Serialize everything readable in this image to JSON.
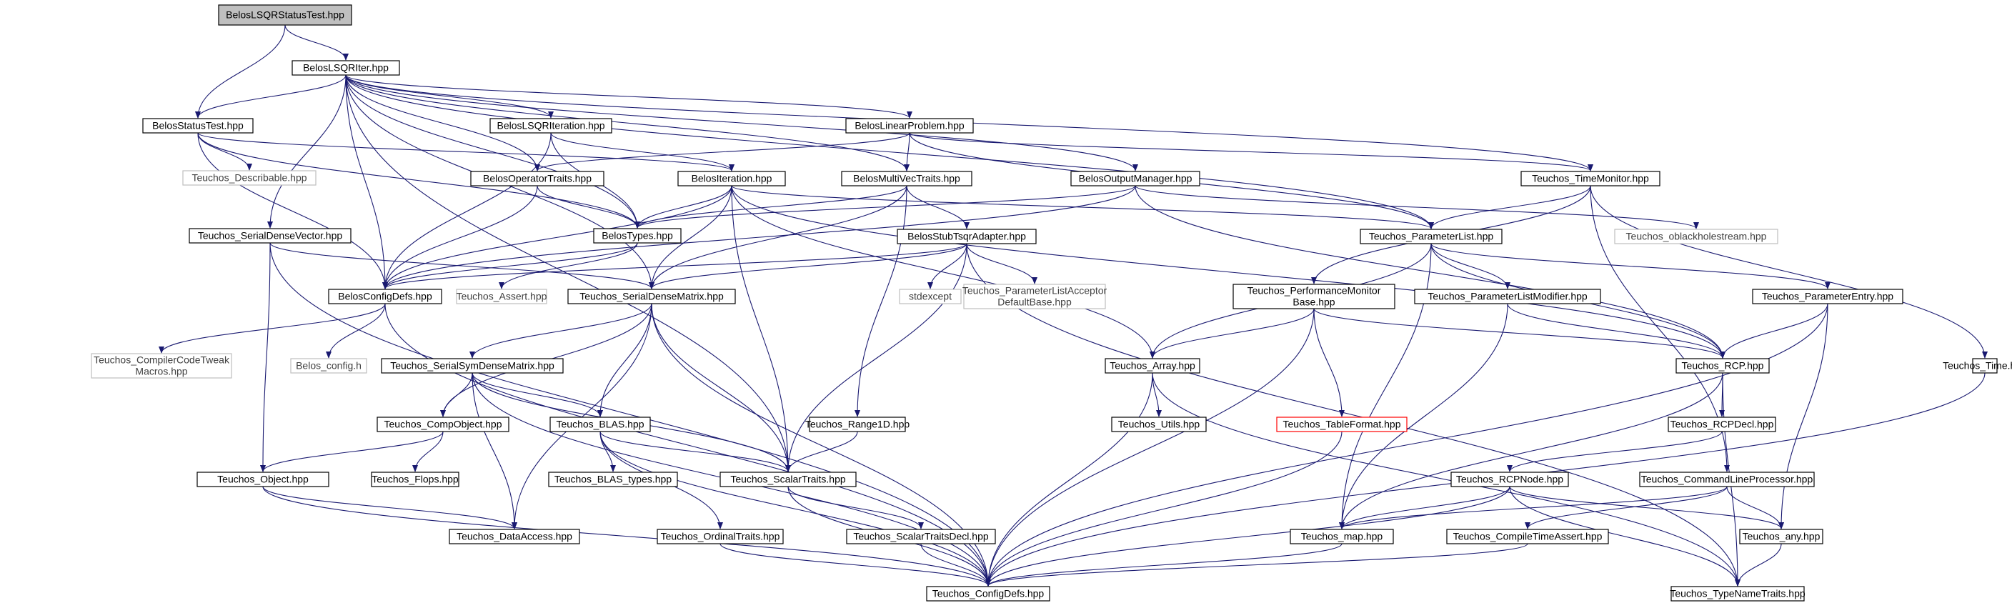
{
  "colors": {
    "edge": "#191970",
    "node_border": "#000000",
    "external_border": "#bfbfbf",
    "external_text": "#404040",
    "missing_border": "#ff0000",
    "root_fill": "#bfbfbf"
  },
  "nodes": [
    {
      "id": "root",
      "label": "BelosLSQRStatusTest.hpp",
      "kind": "root"
    },
    {
      "id": "lsqriter",
      "label": "BelosLSQRIter.hpp",
      "kind": "normal"
    },
    {
      "id": "statustest",
      "label": "BelosStatusTest.hpp",
      "kind": "normal"
    },
    {
      "id": "lsqriteration",
      "label": "BelosLSQRIteration.hpp",
      "kind": "normal"
    },
    {
      "id": "linearproblem",
      "label": "BelosLinearProblem.hpp",
      "kind": "normal"
    },
    {
      "id": "timemonitor",
      "label": "Teuchos_TimeMonitor.hpp",
      "kind": "normal"
    },
    {
      "id": "describable",
      "label": "Teuchos_Describable.hpp",
      "kind": "external"
    },
    {
      "id": "operatortraits",
      "label": "BelosOperatorTraits.hpp",
      "kind": "normal"
    },
    {
      "id": "iteration",
      "label": "BelosIteration.hpp",
      "kind": "normal"
    },
    {
      "id": "multivectraits",
      "label": "BelosMultiVecTraits.hpp",
      "kind": "normal"
    },
    {
      "id": "outputmanager",
      "label": "BelosOutputManager.hpp",
      "kind": "normal"
    },
    {
      "id": "serialdensevector",
      "label": "Teuchos_SerialDenseVector.hpp",
      "kind": "normal"
    },
    {
      "id": "belostypes",
      "label": "BelosTypes.hpp",
      "kind": "normal"
    },
    {
      "id": "stubtsqr",
      "label": "BelosStubTsqrAdapter.hpp",
      "kind": "normal"
    },
    {
      "id": "parameterlist",
      "label": "Teuchos_ParameterList.hpp",
      "kind": "normal"
    },
    {
      "id": "oblackhole",
      "label": "Teuchos_oblackholestream.hpp",
      "kind": "external"
    },
    {
      "id": "configdefs",
      "label": "BelosConfigDefs.hpp",
      "kind": "normal"
    },
    {
      "id": "assert",
      "label": "Teuchos_Assert.hpp",
      "kind": "external"
    },
    {
      "id": "serialdensematrix",
      "label": "Teuchos_SerialDenseMatrix.hpp",
      "kind": "normal"
    },
    {
      "id": "stdexcept",
      "label": "stdexcept",
      "kind": "external"
    },
    {
      "id": "plAcceptor",
      "label": [
        "Teuchos_ParameterListAcceptor",
        "DefaultBase.hpp"
      ],
      "kind": "external"
    },
    {
      "id": "perfmonitor",
      "label": [
        "Teuchos_PerformanceMonitor",
        "Base.hpp"
      ],
      "kind": "normal"
    },
    {
      "id": "plmodifier",
      "label": "Teuchos_ParameterListModifier.hpp",
      "kind": "normal"
    },
    {
      "id": "parameterentry",
      "label": "Teuchos_ParameterEntry.hpp",
      "kind": "normal"
    },
    {
      "id": "compilertweak",
      "label": [
        "Teuchos_CompilerCodeTweak",
        "Macros.hpp"
      ],
      "kind": "external"
    },
    {
      "id": "belosconfigh",
      "label": "Belos_config.h",
      "kind": "external"
    },
    {
      "id": "serialsym",
      "label": "Teuchos_SerialSymDenseMatrix.hpp",
      "kind": "normal"
    },
    {
      "id": "array",
      "label": "Teuchos_Array.hpp",
      "kind": "normal"
    },
    {
      "id": "rcp",
      "label": "Teuchos_RCP.hpp",
      "kind": "normal"
    },
    {
      "id": "time",
      "label": "Teuchos_Time.hpp",
      "kind": "normal"
    },
    {
      "id": "compobject",
      "label": "Teuchos_CompObject.hpp",
      "kind": "normal"
    },
    {
      "id": "blas",
      "label": "Teuchos_BLAS.hpp",
      "kind": "normal"
    },
    {
      "id": "range1d",
      "label": "Teuchos_Range1D.hpp",
      "kind": "normal"
    },
    {
      "id": "utils",
      "label": "Teuchos_Utils.hpp",
      "kind": "normal"
    },
    {
      "id": "tableformat",
      "label": "Teuchos_TableFormat.hpp",
      "kind": "missing"
    },
    {
      "id": "rcpdecl",
      "label": "Teuchos_RCPDecl.hpp",
      "kind": "normal"
    },
    {
      "id": "object",
      "label": "Teuchos_Object.hpp",
      "kind": "normal"
    },
    {
      "id": "flops",
      "label": "Teuchos_Flops.hpp",
      "kind": "normal"
    },
    {
      "id": "blastypes",
      "label": "Teuchos_BLAS_types.hpp",
      "kind": "normal"
    },
    {
      "id": "scalartraits",
      "label": "Teuchos_ScalarTraits.hpp",
      "kind": "normal"
    },
    {
      "id": "rcpnode",
      "label": "Teuchos_RCPNode.hpp",
      "kind": "normal"
    },
    {
      "id": "cmdline",
      "label": "Teuchos_CommandLineProcessor.hpp",
      "kind": "normal"
    },
    {
      "id": "dataaccess",
      "label": "Teuchos_DataAccess.hpp",
      "kind": "normal"
    },
    {
      "id": "ordinaltraits",
      "label": "Teuchos_OrdinalTraits.hpp",
      "kind": "normal"
    },
    {
      "id": "scalartraitsdecl",
      "label": "Teuchos_ScalarTraitsDecl.hpp",
      "kind": "normal"
    },
    {
      "id": "map",
      "label": "Teuchos_map.hpp",
      "kind": "normal"
    },
    {
      "id": "compiletimeassert",
      "label": "Teuchos_CompileTimeAssert.hpp",
      "kind": "normal"
    },
    {
      "id": "any",
      "label": "Teuchos_any.hpp",
      "kind": "normal"
    },
    {
      "id": "teuchosconfig",
      "label": "Teuchos_ConfigDefs.hpp",
      "kind": "normal"
    },
    {
      "id": "typenametraits",
      "label": "Teuchos_TypeNameTraits.hpp",
      "kind": "normal"
    }
  ],
  "edges": [
    [
      "root",
      "lsqriter"
    ],
    [
      "root",
      "statustest"
    ],
    [
      "lsqriter",
      "statustest"
    ],
    [
      "lsqriter",
      "lsqriteration"
    ],
    [
      "lsqriter",
      "linearproblem"
    ],
    [
      "lsqriter",
      "timemonitor"
    ],
    [
      "lsqriter",
      "operatortraits"
    ],
    [
      "lsqriter",
      "multivectraits"
    ],
    [
      "lsqriter",
      "outputmanager"
    ],
    [
      "lsqriter",
      "serialdensevector"
    ],
    [
      "lsqriter",
      "belostypes"
    ],
    [
      "lsqriter",
      "configdefs"
    ],
    [
      "lsqriter",
      "serialdensematrix"
    ],
    [
      "lsqriter",
      "parameterlist"
    ],
    [
      "lsqriter",
      "scalartraits"
    ],
    [
      "statustest",
      "describable"
    ],
    [
      "statustest",
      "iteration"
    ],
    [
      "statustest",
      "belostypes"
    ],
    [
      "statustest",
      "configdefs"
    ],
    [
      "lsqriteration",
      "iteration"
    ],
    [
      "lsqriteration",
      "belostypes"
    ],
    [
      "lsqriteration",
      "configdefs"
    ],
    [
      "linearproblem",
      "operatortraits"
    ],
    [
      "linearproblem",
      "multivectraits"
    ],
    [
      "linearproblem",
      "timemonitor"
    ],
    [
      "linearproblem",
      "parameterlist"
    ],
    [
      "operatortraits",
      "belostypes"
    ],
    [
      "operatortraits",
      "configdefs"
    ],
    [
      "iteration",
      "belostypes"
    ],
    [
      "iteration",
      "configdefs"
    ],
    [
      "iteration",
      "serialdensematrix"
    ],
    [
      "iteration",
      "parameterlist"
    ],
    [
      "iteration",
      "rcp"
    ],
    [
      "iteration",
      "array"
    ],
    [
      "iteration",
      "scalartraits"
    ],
    [
      "multivectraits",
      "belostypes"
    ],
    [
      "multivectraits",
      "stubtsqr"
    ],
    [
      "multivectraits",
      "serialdensematrix"
    ],
    [
      "multivectraits",
      "range1d"
    ],
    [
      "outputmanager",
      "belostypes"
    ],
    [
      "outputmanager",
      "oblackhole"
    ],
    [
      "outputmanager",
      "rcp"
    ],
    [
      "outputmanager",
      "configdefs"
    ],
    [
      "timemonitor",
      "parameterlist"
    ],
    [
      "timemonitor",
      "perfmonitor"
    ],
    [
      "timemonitor",
      "time"
    ],
    [
      "timemonitor",
      "cmdline"
    ],
    [
      "serialdensevector",
      "serialdensematrix"
    ],
    [
      "serialdensevector",
      "object"
    ],
    [
      "serialdensevector",
      "teuchosconfig"
    ],
    [
      "belostypes",
      "configdefs"
    ],
    [
      "belostypes",
      "assert"
    ],
    [
      "stubtsqr",
      "configdefs"
    ],
    [
      "stubtsqr",
      "serialdensematrix"
    ],
    [
      "stubtsqr",
      "stdexcept"
    ],
    [
      "stubtsqr",
      "plAcceptor"
    ],
    [
      "stubtsqr",
      "scalartraits"
    ],
    [
      "stubtsqr",
      "typenametraits"
    ],
    [
      "parameterlist",
      "plmodifier"
    ],
    [
      "parameterlist",
      "parameterentry"
    ],
    [
      "parameterlist",
      "array"
    ],
    [
      "parameterlist",
      "rcp"
    ],
    [
      "parameterlist",
      "map"
    ],
    [
      "configdefs",
      "compilertweak"
    ],
    [
      "configdefs",
      "belosconfigh"
    ],
    [
      "configdefs",
      "teuchosconfig"
    ],
    [
      "serialdensematrix",
      "serialsym"
    ],
    [
      "serialdensematrix",
      "compobject"
    ],
    [
      "serialdensematrix",
      "blas"
    ],
    [
      "serialdensematrix",
      "scalartraits"
    ],
    [
      "serialdensematrix",
      "dataaccess"
    ],
    [
      "serialdensematrix",
      "teuchosconfig"
    ],
    [
      "perfmonitor",
      "array"
    ],
    [
      "perfmonitor",
      "rcp"
    ],
    [
      "perfmonitor",
      "tableformat"
    ],
    [
      "perfmonitor",
      "teuchosconfig"
    ],
    [
      "plmodifier",
      "rcp"
    ],
    [
      "plmodifier",
      "map"
    ],
    [
      "parameterentry",
      "rcp"
    ],
    [
      "parameterentry",
      "any"
    ],
    [
      "parameterentry",
      "teuchosconfig"
    ],
    [
      "serialsym",
      "compobject"
    ],
    [
      "serialsym",
      "blas"
    ],
    [
      "serialsym",
      "scalartraits"
    ],
    [
      "serialsym",
      "dataaccess"
    ],
    [
      "serialsym",
      "teuchosconfig"
    ],
    [
      "array",
      "utils"
    ],
    [
      "array",
      "teuchosconfig"
    ],
    [
      "array",
      "typenametraits"
    ],
    [
      "rcp",
      "rcpdecl"
    ],
    [
      "rcp",
      "map"
    ],
    [
      "rcp",
      "typenametraits"
    ],
    [
      "time",
      "teuchosconfig"
    ],
    [
      "compobject",
      "object"
    ],
    [
      "compobject",
      "flops"
    ],
    [
      "blas",
      "blastypes"
    ],
    [
      "blas",
      "scalartraits"
    ],
    [
      "blas",
      "ordinaltraits"
    ],
    [
      "blas",
      "teuchosconfig"
    ],
    [
      "range1d",
      "scalartraits"
    ],
    [
      "tableformat",
      "teuchosconfig"
    ],
    [
      "rcpdecl",
      "rcpnode"
    ],
    [
      "object",
      "dataaccess"
    ],
    [
      "object",
      "teuchosconfig"
    ],
    [
      "scalartraits",
      "scalartraitsdecl"
    ],
    [
      "scalartraits",
      "teuchosconfig"
    ],
    [
      "rcpnode",
      "map"
    ],
    [
      "rcpnode",
      "any"
    ],
    [
      "rcpnode",
      "teuchosconfig"
    ],
    [
      "rcpnode",
      "typenametraits"
    ],
    [
      "cmdline",
      "map"
    ],
    [
      "cmdline",
      "any"
    ],
    [
      "cmdline",
      "compiletimeassert"
    ],
    [
      "ordinaltraits",
      "teuchosconfig"
    ],
    [
      "scalartraitsdecl",
      "teuchosconfig"
    ],
    [
      "map",
      "teuchosconfig"
    ],
    [
      "compiletimeassert",
      "teuchosconfig"
    ],
    [
      "any",
      "typenametraits"
    ]
  ]
}
